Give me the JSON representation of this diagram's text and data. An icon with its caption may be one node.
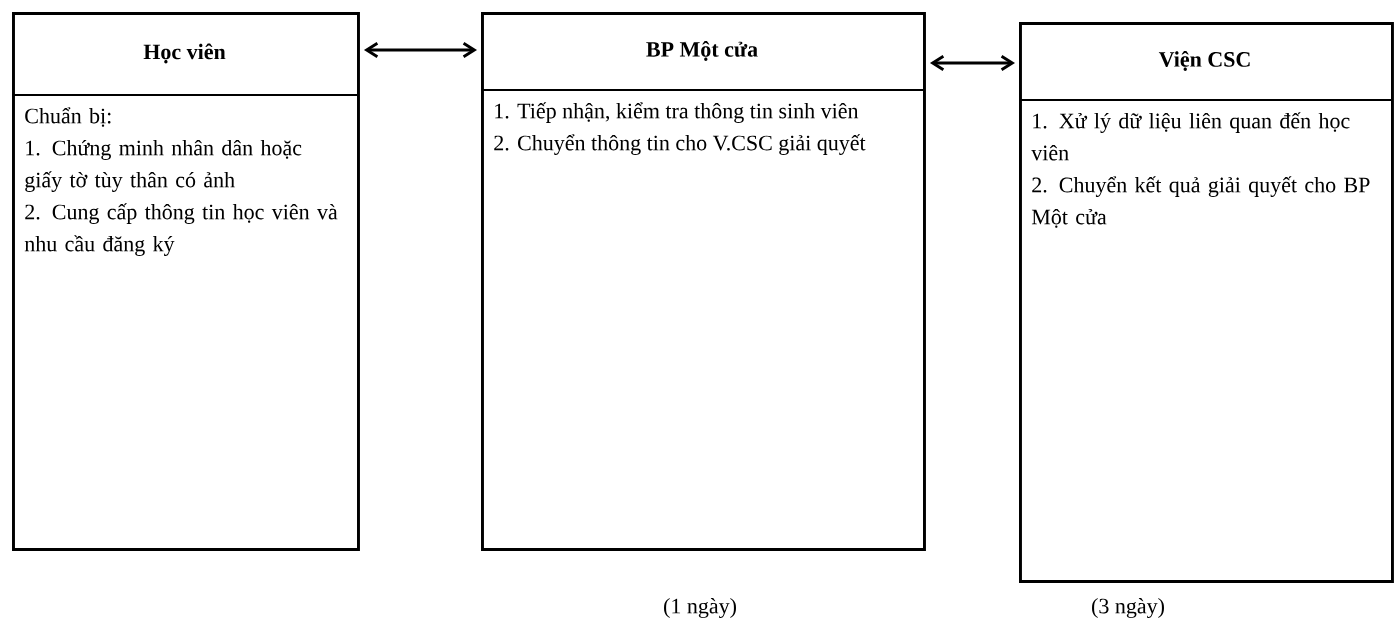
{
  "diagram": {
    "nodes": [
      {
        "text": [
          "Học viên",
          "Chuẩn bị:",
          "1. Chứng minh nhân dân hoặc giấy tờ tùy thân có ảnh",
          "2. Cung cấp thông tin học viên và nhu cầu đăng ký"
        ]
      },
      {
        "text": [
          "BP Một cửa",
          "1. Tiếp nhận, kiểm tra thông tin sinh viên",
          "2. Chuyển thông tin cho V.CSC giải quyết"
        ],
        "beside": [
          "(1 ngày)"
        ]
      },
      {
        "text": [
          "Viện CSC",
          "1. Xử lý dữ liệu liên quan đến học viên",
          "2. Chuyển kết quả giải quyết cho BP Một cửa"
        ],
        "beside": [
          "(3 ngày)"
        ]
      }
    ],
    "edges": [
      {
        "from": 0,
        "to": 1,
        "arrow": "both"
      },
      {
        "from": 1,
        "to": 2,
        "arrow": "both"
      }
    ]
  }
}
